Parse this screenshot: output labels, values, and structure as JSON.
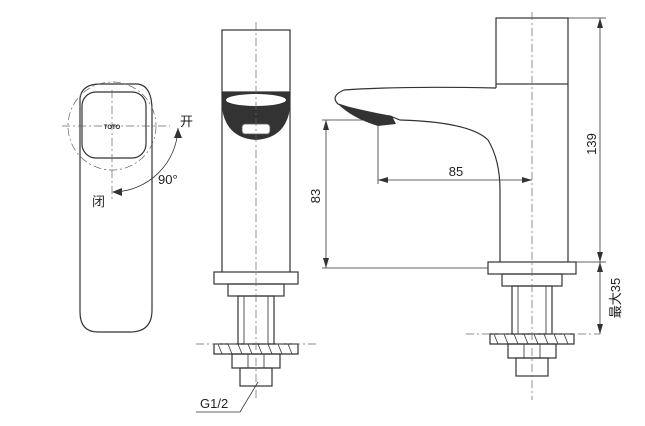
{
  "labels": {
    "open": "开",
    "close": "闭",
    "angle": "90°",
    "brand": "TOTO",
    "thread": "G1/2",
    "max_thickness": "最大35"
  },
  "dimensions": {
    "spout_reach": "85",
    "spout_height": "83",
    "total_height": "139"
  }
}
